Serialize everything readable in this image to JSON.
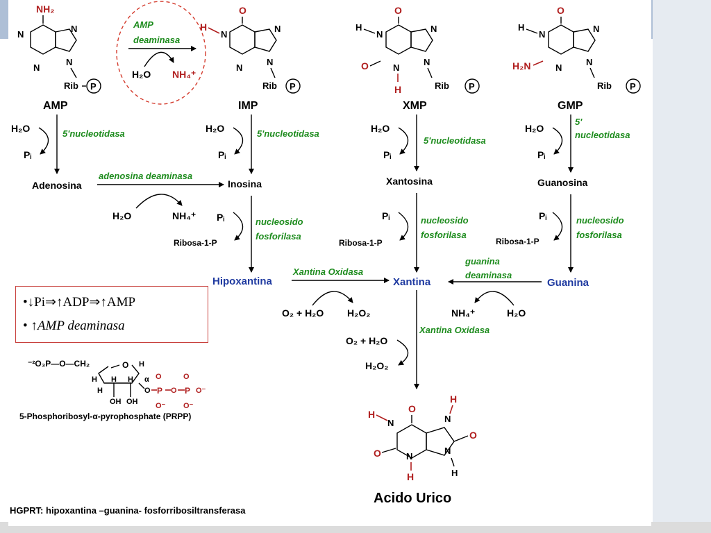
{
  "compounds": {
    "amp": "AMP",
    "imp": "IMP",
    "xmp": "XMP",
    "gmp": "GMP",
    "adenosina": "Adenosina",
    "inosina": "Inosina",
    "xantosina": "Xantosina",
    "guanosina": "Guanosina",
    "hipoxantina": "Hipoxantina",
    "xantina": "Xantina",
    "guanina": "Guanina",
    "acido_urico": "Acido Urico"
  },
  "enzymes": {
    "amp_deaminasa_1": "AMP",
    "amp_deaminasa_2": "deaminasa",
    "nucleotidasa": "5'nucleotidasa",
    "nucleotidasa_gmp_1": "5'",
    "nucleotidasa_gmp_2": "nucleotidasa",
    "adenosina_deaminasa": "adenosina deaminasa",
    "nucleosido": "nucleosido",
    "fosforilasa": "fosforilasa",
    "xantina_oxidasa": "Xantina Oxidasa",
    "guanina_1": "guanina",
    "guanina_2": "deaminasa"
  },
  "reagents": {
    "h2o": "H₂O",
    "pi": "Pᵢ",
    "nh4": "NH₄⁺",
    "ribosa": "Ribosa-1-P",
    "o2_h2o": "O₂ + H₂O",
    "h2o2": "H₂O₂",
    "rib": "Rib",
    "p": "P"
  },
  "structure_atoms": {
    "nh2": "NH₂",
    "h2n": "H₂N",
    "n": "N",
    "o": "O",
    "h": "H"
  },
  "regulation": {
    "line1": "•↓Pi⇒↑ADP⇒↑AMP",
    "line2_prefix": "• ↑",
    "line2_italic": "AMP deaminasa"
  },
  "prpp": {
    "formula": "⁻²O₃P—O—CH₂",
    "o_ring": "O",
    "h": "H",
    "alpha": "α",
    "oh": "OH",
    "p": "P",
    "o": "O",
    "o_minus": "O⁻",
    "caption": "5-Phosphoribosyl-α-pyrophosphate (PRPP)"
  },
  "footer": "HGPRT: hipoxantina –guanina- fosforribosiltransferasa",
  "colors": {
    "enzyme": "#1e8c1e",
    "highlight": "#1f3aa0",
    "atom_red": "#b01e1e",
    "box_border": "#c8403c"
  }
}
